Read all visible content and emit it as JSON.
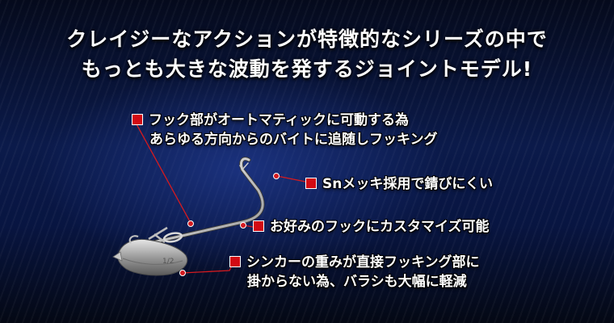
{
  "headline": {
    "line1": "クレイジーなアクションが特徴的なシリーズの中で",
    "line2": "もっとも大きな波動を発するジョイントモデル!"
  },
  "features": [
    {
      "line1": "フック部がオートマティックに可動する為",
      "line2": "あらゆる方向からのバイトに追随しフッキング"
    },
    {
      "line1": "Snメッキ採用で錆びにくい"
    },
    {
      "line1": "お好みのフックにカスタマイズ可能"
    },
    {
      "line1": "シンカーの重みが直接フッキング部に",
      "line2": "掛からない為、バラシも大幅に軽減"
    }
  ],
  "product_imprint": "1/2",
  "colors": {
    "marker": "#d20a14",
    "leader_line": "#d41a1f",
    "text": "#ffffff",
    "background": "#0b1a4a"
  }
}
